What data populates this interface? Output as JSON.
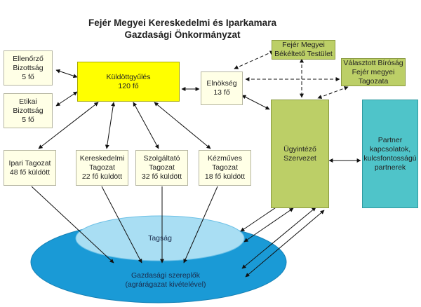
{
  "title": {
    "line1": "Fejér Megyei Kereskedelmi és Iparkamara",
    "line2": "Gazdasági Önkormányzat"
  },
  "boxes": {
    "ellenorzo": {
      "line1": "Ellenőrző",
      "line2": "Bizottság",
      "line3": "5 fő"
    },
    "etikai": {
      "line1": "Etikai",
      "line2": "Bizottság",
      "line3": "5 fő"
    },
    "kuldottgyules": {
      "line1": "Küldöttgyűlés",
      "line2": "120 fő"
    },
    "elnokseg": {
      "line1": "Elnökség",
      "line2": "13 fő"
    },
    "bekelteto": {
      "line1": "Fejér Megyei",
      "line2": "Békéltető Testület"
    },
    "birosag": {
      "line1": "Választott Bíróság",
      "line2": "Fejér megyei",
      "line3": "Tagozata"
    },
    "ugyintezo": {
      "line1": "Ügyintéző",
      "line2": "Szervezet"
    },
    "partner": {
      "line1": "Partner",
      "line2": "kapcsolatok,",
      "line3": "kulcsfontosságú",
      "line4": "partnerek"
    },
    "ipari": {
      "line1": "Ipari Tagozat",
      "line2": "48 fő küldött"
    },
    "kereskedelmi": {
      "line1": "Kereskedelmi",
      "line2": "Tagozat",
      "line3": "22 fő küldött"
    },
    "szolgaltato": {
      "line1": "Szolgáltató",
      "line2": "Tagozat",
      "line3": "32 fő küldött"
    },
    "kezmuves": {
      "line1": "Kézműves",
      "line2": "Tagozat",
      "line3": "18 fő küldött"
    }
  },
  "ellipses": {
    "tagsag": "Tagság",
    "gazdasagi_line1": "Gazdasági szereplők",
    "gazdasagi_line2": "(agrárágazat kivételével)"
  },
  "colors": {
    "yellow": "#ffff00",
    "green": "#bccf67",
    "cyan": "#4fc4c9",
    "cream": "#ffffe6",
    "outer_ellipse": "#1a9ad6",
    "inner_ellipse": "#a9def3"
  }
}
